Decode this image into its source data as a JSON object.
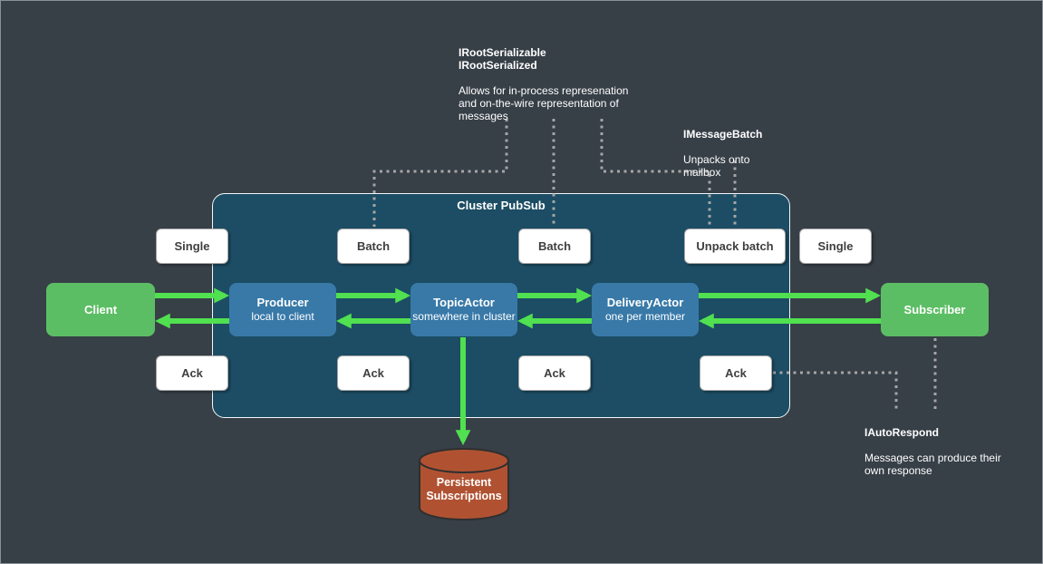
{
  "diagram": {
    "cluster": {
      "title": "Cluster PubSub"
    },
    "nodes": {
      "client": {
        "title": "Client"
      },
      "producer": {
        "title": "Producer",
        "subtitle": "local to client"
      },
      "topic_actor": {
        "title": "TopicActor",
        "subtitle": "somewhere in cluster"
      },
      "delivery_actor": {
        "title": "DeliveryActor",
        "subtitle": "one per member"
      },
      "subscriber": {
        "title": "Subscriber"
      },
      "persistent_subscriptions": {
        "title": "Persistent\nSubscriptions"
      }
    },
    "message_labels": {
      "single_left": "Single",
      "batch_producer": "Batch",
      "batch_topic": "Batch",
      "unpack_batch": "Unpack batch",
      "single_right": "Single",
      "ack_client": "Ack",
      "ack_producer": "Ack",
      "ack_topic": "Ack",
      "ack_delivery": "Ack"
    },
    "annotations": {
      "root_serializable": {
        "title": "IRootSerializable\nIRootSerialized",
        "body": "Allows for in-process represenation\nand on-the-wire representation of\nmessages"
      },
      "message_batch": {
        "title": "IMessageBatch",
        "body": "Unpacks onto\nmailbox"
      },
      "auto_respond": {
        "title": "IAutoRespond",
        "body": "Messages can produce their\nown response"
      }
    },
    "colors": {
      "background": "#373f47",
      "cluster_fill": "#1c4d64",
      "cluster_border": "#f4f6f7",
      "node_green": "#5cbe64",
      "node_blue": "#3879a8",
      "arrow_green": "#50e050",
      "cylinder_fill": "#b05232",
      "cylinder_stroke": "#2f2f2f",
      "dotted_line": "#a5a5a5",
      "label_box_text": "#3f3f3f"
    }
  }
}
